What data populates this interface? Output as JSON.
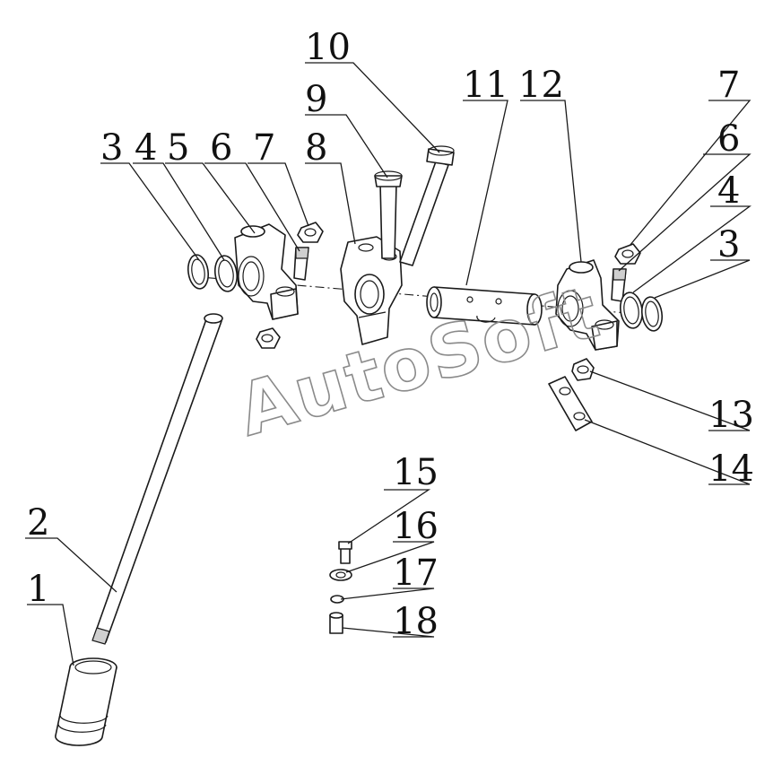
{
  "watermark": "AutoSoft",
  "callouts": [
    "1",
    "2",
    "3",
    "4",
    "5",
    "6",
    "7",
    "8",
    "9",
    "10",
    "11",
    "12",
    "7",
    "6",
    "4",
    "3",
    "13",
    "14",
    "15",
    "16",
    "17",
    "18"
  ]
}
